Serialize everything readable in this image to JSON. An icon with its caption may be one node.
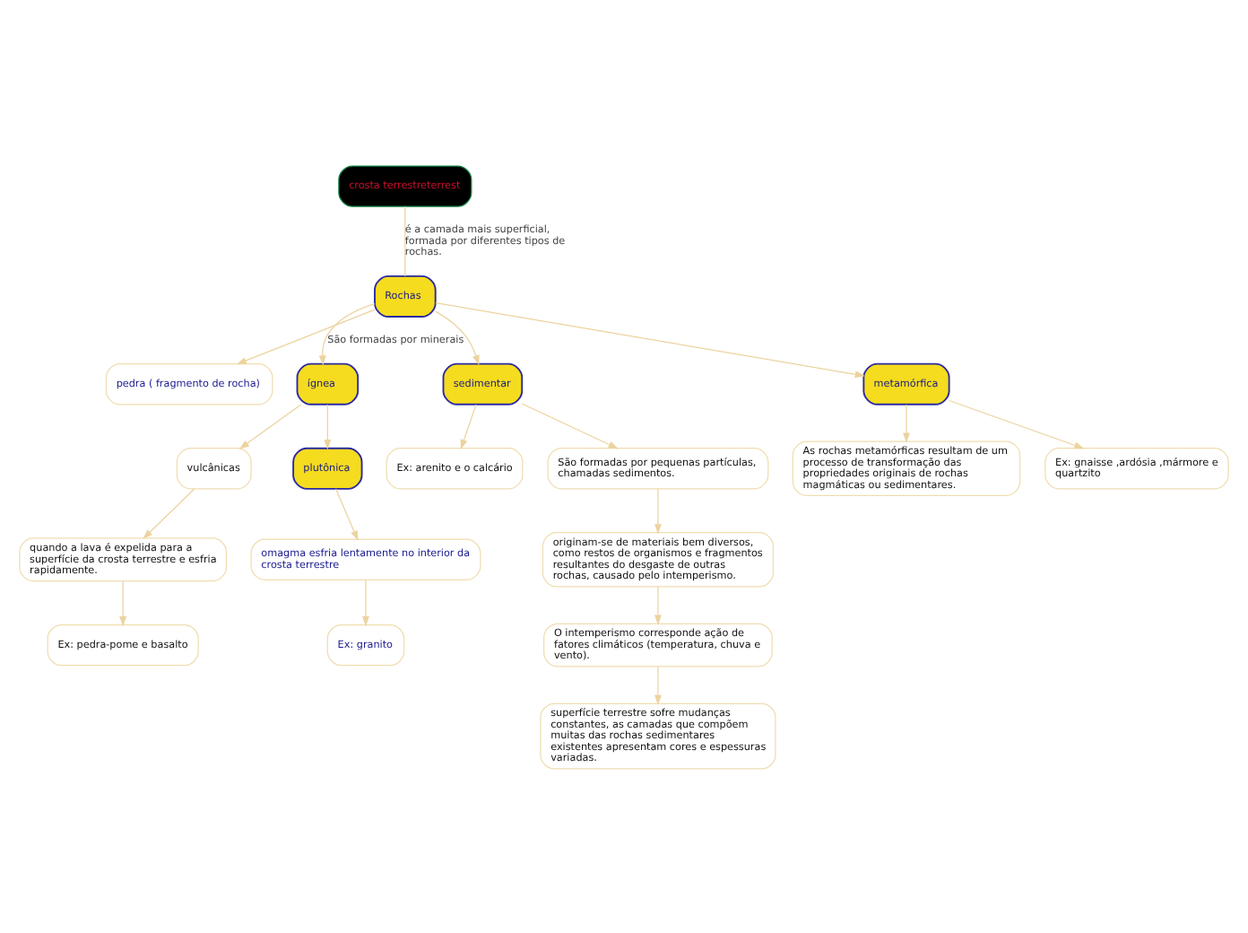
{
  "diagram": {
    "nodes": [
      {
        "text": [
          "crosta terrestreterrest"
        ]
      },
      {
        "text": [
          "Rochas"
        ]
      },
      {
        "text": [
          "pedra ( fragmento de rocha)"
        ]
      },
      {
        "text": [
          "ígnea"
        ]
      },
      {
        "text": [
          "sedimentar"
        ]
      },
      {
        "text": [
          "metamórfica"
        ]
      },
      {
        "text": [
          "As rochas metamórficas resultam de um processo de transformação das propriedades originais de rochas magmáticas ou sedimentares."
        ]
      },
      {
        "text": [
          "vulcânicas"
        ]
      },
      {
        "text": [
          "quando a lava é expelida para a superfície da crosta terrestre e esfria rapidamente."
        ]
      },
      {
        "text": [
          "plutônica"
        ]
      },
      {
        "text": [
          "Ex: arenito e o calcário"
        ]
      },
      {
        "text": [
          "Ex: gnaisse ,ardósia ,mármore e quartzito"
        ]
      },
      {
        "text": [
          "Ex: pedra-pome e basalto"
        ]
      },
      {
        "text": [
          "omagma esfria lentamente no interior da crosta terrestre"
        ]
      },
      {
        "text": [
          "São formadas por pequenas partículas, chamadas sedimentos."
        ]
      },
      {
        "text": [
          "Ex: granito"
        ]
      },
      {
        "text": [
          "originam-se de materiais bem diversos, como restos de organismos e fragmentos resultantes do desgaste de outras rochas, causado pelo intemperismo."
        ]
      },
      {
        "text": [
          "O intemperismo corresponde ação de fatores climáticos (temperatura, chuva e vento)."
        ]
      },
      {
        "text": [
          "superfície terrestre sofre mudanças constantes, as camadas que compõem muitas das rochas sedimentares existentes apresentam cores e espessuras variadas."
        ]
      }
    ],
    "edges": [
      {
        "from": 0,
        "to": 1,
        "arrow": "none",
        "label": "é a camada mais superficial, formada por diferentes tipos de rochas."
      },
      {
        "from": 1,
        "to": 2,
        "arrow": "to"
      },
      {
        "from": 1,
        "to": 3,
        "arrow": "to",
        "label": "São formadas por minerais"
      },
      {
        "from": 1,
        "to": 4,
        "arrow": "to"
      },
      {
        "from": 1,
        "to": 5,
        "arrow": "to"
      },
      {
        "from": 5,
        "to": 6,
        "arrow": "to"
      },
      {
        "from": 5,
        "to": 11,
        "arrow": "to"
      },
      {
        "from": 3,
        "to": 7,
        "arrow": "to"
      },
      {
        "from": 7,
        "to": 8,
        "arrow": "to"
      },
      {
        "from": 3,
        "to": 9,
        "arrow": "to"
      },
      {
        "from": 8,
        "to": 12,
        "arrow": "to"
      },
      {
        "from": 9,
        "to": 13,
        "arrow": "to"
      },
      {
        "from": 4,
        "to": 10,
        "arrow": "to"
      },
      {
        "from": 4,
        "to": 14,
        "arrow": "to"
      },
      {
        "from": 13,
        "to": 15,
        "arrow": "to"
      },
      {
        "from": 14,
        "to": 16,
        "arrow": "to"
      },
      {
        "from": 16,
        "to": 17,
        "arrow": "to"
      },
      {
        "from": 17,
        "to": 18,
        "arrow": "to"
      }
    ]
  }
}
